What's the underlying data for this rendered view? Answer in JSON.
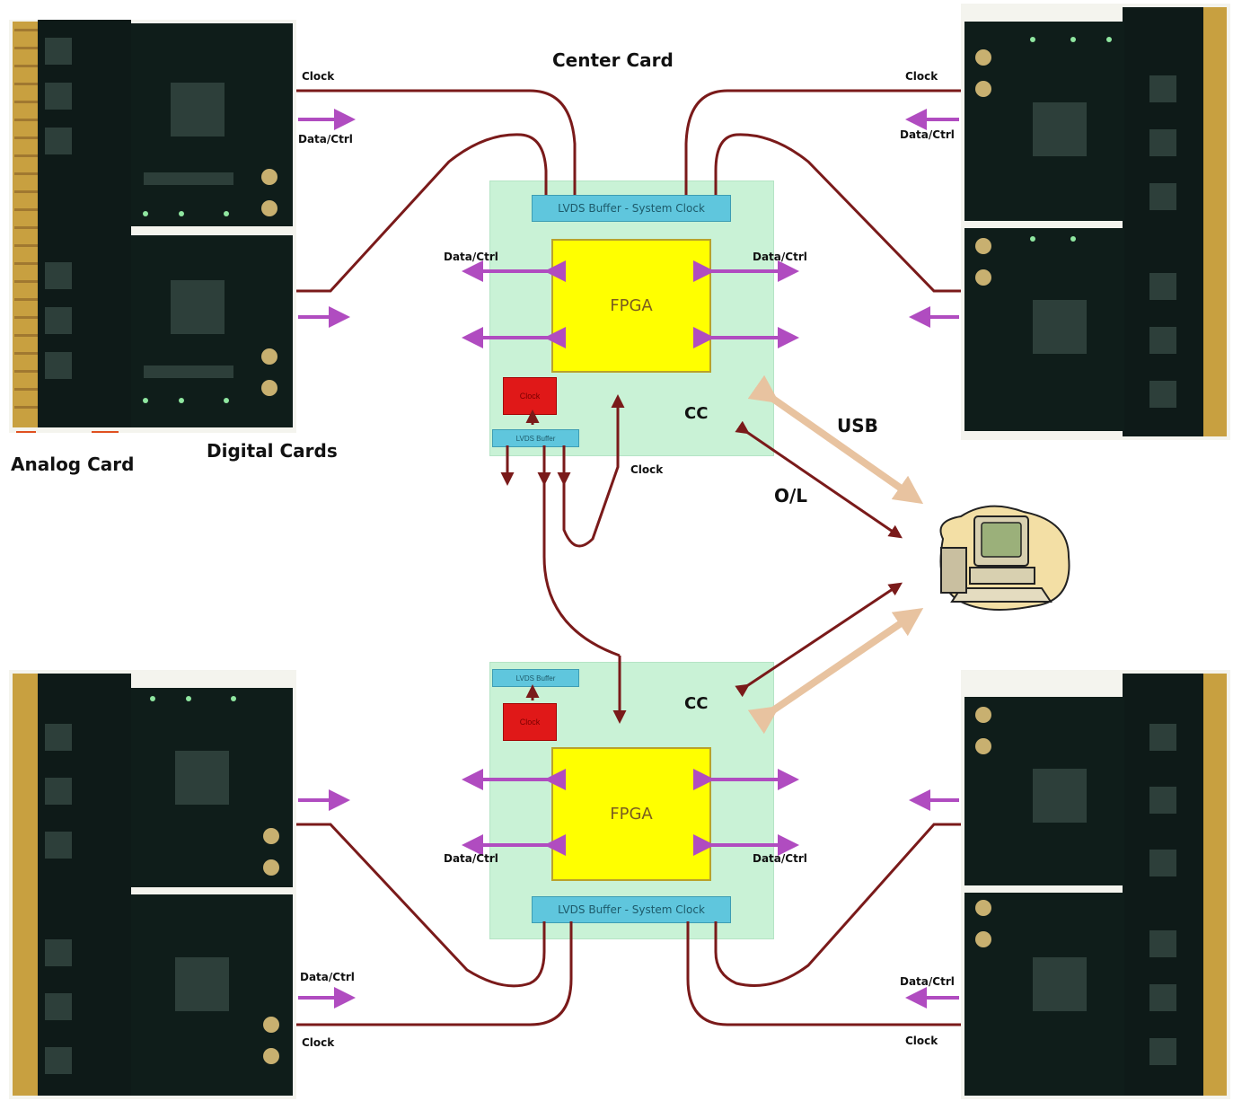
{
  "title": "Center Card",
  "labels": {
    "analog_card": "Analog Card",
    "digital_cards": "Digital Cards",
    "usb": "USB",
    "ol": "O/L"
  },
  "top_cc": {
    "lvds": "LVDS Buffer - System Clock",
    "fpga": "FPGA",
    "cc": "CC",
    "clock_inner": "Clock",
    "red_block": "Clock",
    "small_buffer": "LVDS Buffer",
    "data_ctrl_left": "Data/Ctrl",
    "data_ctrl_right": "Data/Ctrl"
  },
  "bottom_cc": {
    "lvds": "LVDS Buffer - System Clock",
    "fpga": "FPGA",
    "cc": "CC",
    "red_block": "Clock",
    "small_buffer": "LVDS Buffer",
    "data_ctrl_left": "Data/Ctrl",
    "data_ctrl_right": "Data/Ctrl"
  },
  "card_labels": {
    "tl_clock": "Clock",
    "tl_data": "Data/Ctrl",
    "tr_clock": "Clock",
    "tr_data": "Data/Ctrl",
    "bl_data": "Data/Ctrl",
    "bl_clock": "Clock",
    "br_data": "Data/Ctrl",
    "br_clock": "Clock"
  },
  "colors": {
    "wire": "#7a1a1a",
    "data_arrow": "#b04cc0",
    "cc_fill": "#c9f2d6",
    "fpga_fill": "#ffff00",
    "lvds_fill": "#5fc6dd",
    "usb_arrow": "#e8c3a0",
    "pcb_green": "#0f1d1a",
    "gold": "#c8a040"
  },
  "icons": [
    "computer-icon"
  ]
}
